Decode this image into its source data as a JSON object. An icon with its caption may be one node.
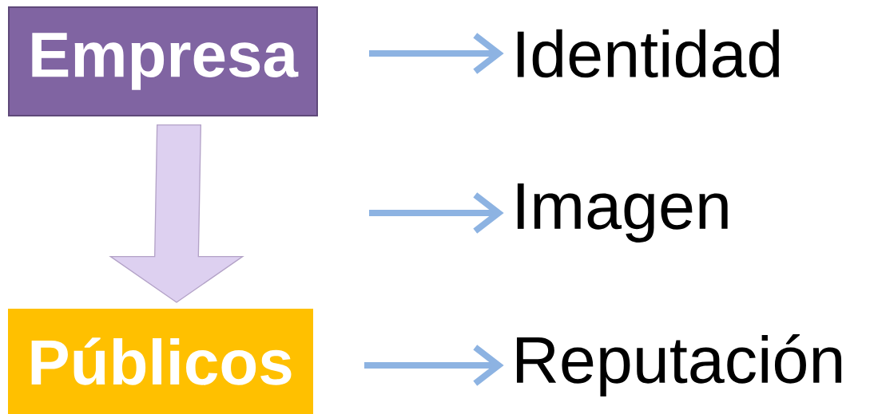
{
  "diagram": {
    "nodes": [
      {
        "text": [
          "Empresa"
        ]
      },
      {
        "text": [
          "Identidad"
        ]
      },
      {
        "text": [
          "Imagen"
        ]
      },
      {
        "text": [
          "Públicos"
        ]
      },
      {
        "text": [
          "Reputación"
        ]
      }
    ],
    "edges": [
      {
        "from": 0,
        "to": 1,
        "arrow": "to"
      },
      {
        "from": 0,
        "to": 3,
        "arrow": "to",
        "style": "thick",
        "color": "#ddd0f0"
      },
      {
        "from": null,
        "to": 2,
        "arrow": "to"
      },
      {
        "from": 3,
        "to": 4,
        "arrow": "to"
      }
    ]
  }
}
